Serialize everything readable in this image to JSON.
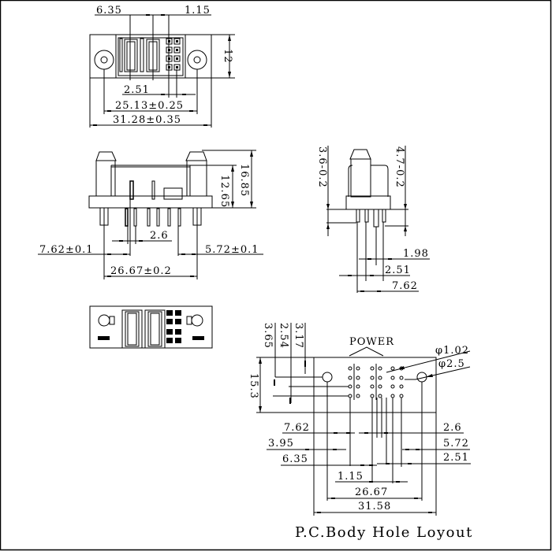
{
  "drawing": {
    "title": "P.C.Body Hole Loyout",
    "colors": {
      "line": "#000000",
      "background": "#ffffff"
    },
    "top_view": {
      "dims": {
        "d635": "6.35",
        "d115": "1.15",
        "d12": "12",
        "d251": "2.51",
        "d2513": "25.13±0.25",
        "d3128": "31.28±0.35"
      }
    },
    "front_view": {
      "dims": {
        "d1265": "12.65",
        "d1685": "16.85",
        "d26": "2.6",
        "d762": "7.62±0.1",
        "d572": "5.72±0.1",
        "d2667": "26.67±0.2"
      }
    },
    "side_view": {
      "dims": {
        "d36": "3.6-0.2",
        "d47": "4.7-0.2",
        "d198": "1.98",
        "d251": "2.51",
        "d762": "7.62"
      }
    },
    "bottom_view": {},
    "pcb_layout": {
      "power_label": "POWER",
      "dims": {
        "d365": "3.65",
        "d254": "2.54",
        "d317": "3.17",
        "d153": "15.3",
        "phi102": "φ1.02",
        "phi25": "φ2.5",
        "d762": "7.62",
        "d395": "3.95",
        "d635": "6.35",
        "d26": "2.6",
        "d572": "5.72",
        "d251": "2.51",
        "d115": "1.15",
        "d2667": "26.67",
        "d3158": "31.58"
      }
    }
  }
}
